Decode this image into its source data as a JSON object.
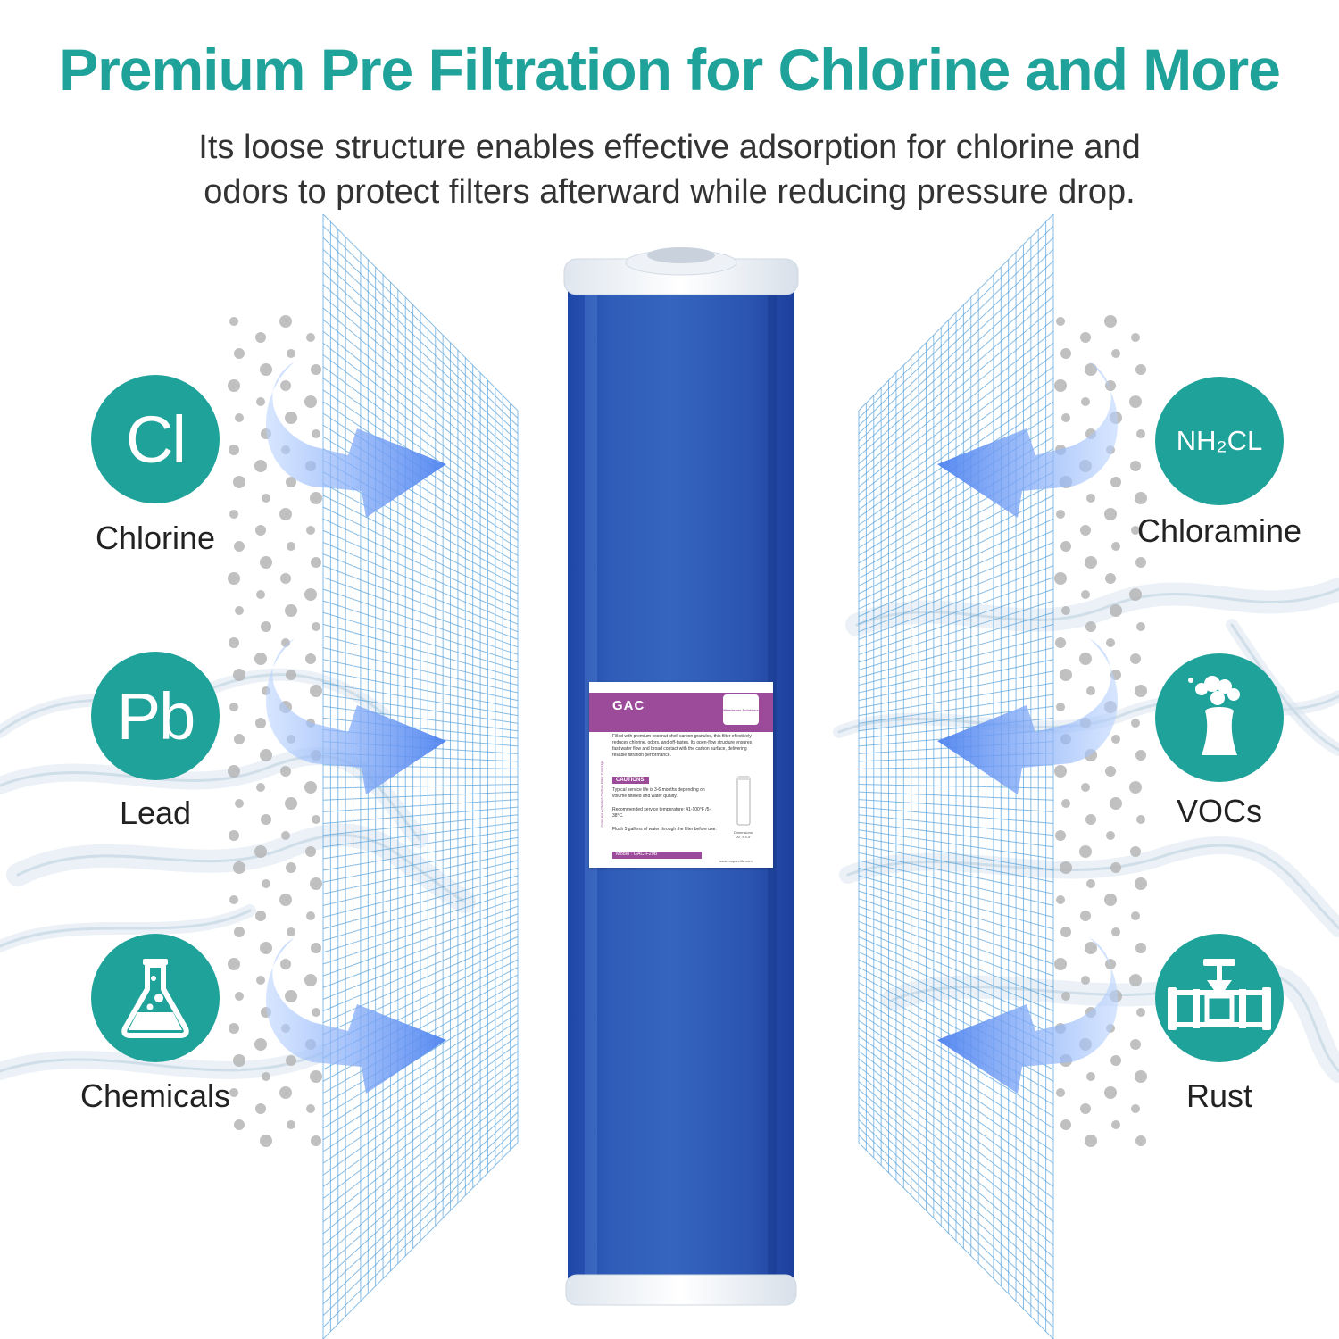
{
  "headline": "Premium Pre Filtration for Chlorine and More",
  "subhead_lines": [
    "Its loose structure enables effective adsorption for chlorine and",
    "odors to protect filters afterward while reducing pressure drop."
  ],
  "contaminants_left": [
    {
      "symbol": "Cl",
      "label": "Chlorine"
    },
    {
      "symbol": "Pb",
      "label": "Lead"
    },
    {
      "icon": "flask-icon",
      "label": "Chemicals"
    }
  ],
  "contaminants_right": [
    {
      "symbol": "NH₂CL",
      "label": "Chloramine"
    },
    {
      "icon": "factory-smoke-icon",
      "label": "VOCs"
    },
    {
      "icon": "pipe-valve-icon",
      "label": "Rust"
    }
  ],
  "cartridge_label": {
    "title": "GAC",
    "logo_text": "Membrane Solutions",
    "side_text": "Granular Activated Carbon Filter Cartridge",
    "description": "Filled with premium coconut shell carbon granules, this filter effectively reduces chlorine, odors, and off-tastes. Its open-flow structure ensures fast water flow and broad contact with the carbon surface, delivering reliable filtration performance.",
    "caution_title": "CAUTIONS:",
    "cautions": [
      "Typical service life is 3-6 months depending on volume filtered and water quality.",
      "Recommended service temperature: 41-100°F /5-38°C.",
      "Flush 5 gallons of water through the filter before use."
    ],
    "dimensions_label": "Dimensions:",
    "dimensions": "20\" x 4.5\"",
    "model": "Model : GAC-F20B",
    "website": "www.mspurelife.com"
  },
  "colors": {
    "teal": "#1fa29a",
    "cartridge_blue": "#2f5cb5",
    "label_purple": "#9b4b9a",
    "mesh_blue": "#5fa6dc",
    "arrow_blue": "#5d8ff0",
    "dot_gray": "#b5b5b5",
    "text_dark": "#333333"
  }
}
